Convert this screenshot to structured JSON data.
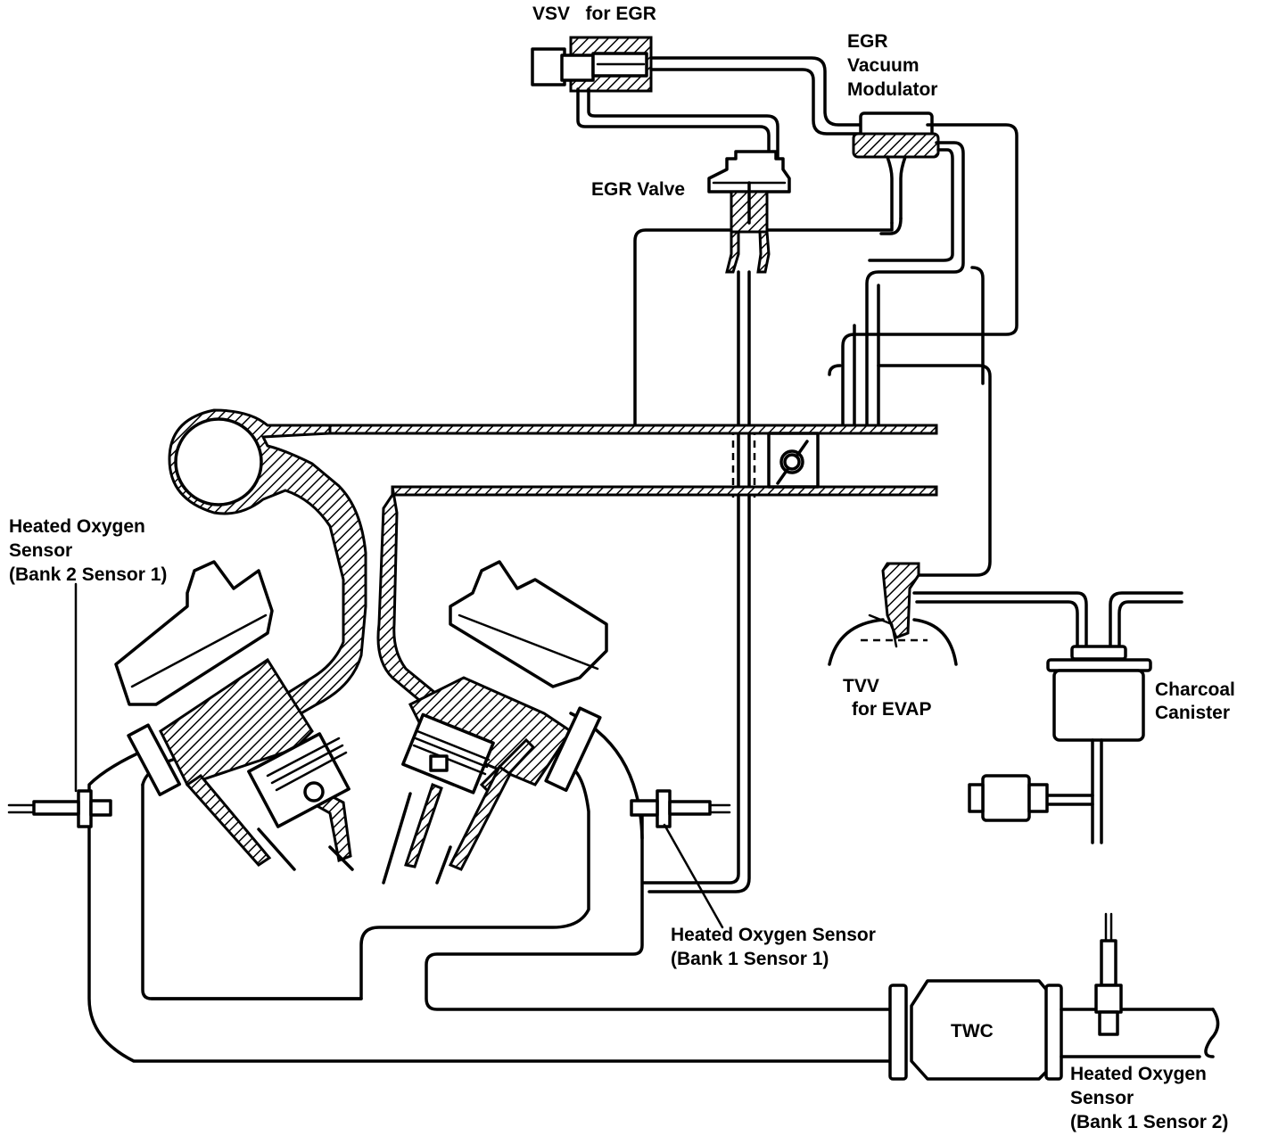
{
  "diagram": {
    "type": "engine emission control system schematic",
    "colors": {
      "ink": "#000000",
      "paper": "#ffffff"
    },
    "labels": {
      "vsv_egr": "VSV   for EGR",
      "egr_modulator": [
        "EGR",
        "Vacuum",
        "Modulator"
      ],
      "egr_valve": "EGR Valve",
      "ho2s_b2s1": [
        "Heated Oxygen",
        "Sensor",
        "(Bank 2 Sensor 1)"
      ],
      "tvv_evap": [
        "TVV",
        "for EVAP"
      ],
      "charcoal_canister": [
        "Charcoal",
        "Canister"
      ],
      "ho2s_b1s1": [
        "Heated Oxygen Sensor",
        "(Bank 1 Sensor 1)"
      ],
      "twc": "TWC",
      "ho2s_b1s2": [
        "Heated Oxygen",
        "Sensor",
        "(Bank 1 Sensor 2)"
      ]
    }
  }
}
